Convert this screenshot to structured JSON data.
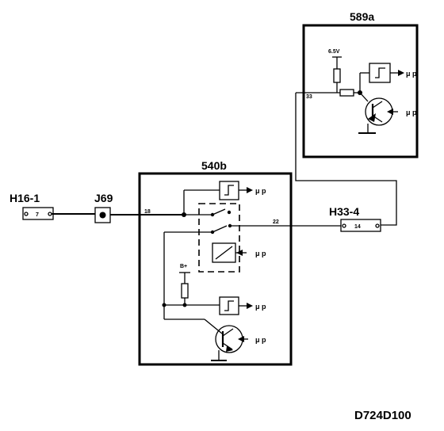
{
  "modules": {
    "m589a": "589a",
    "m540b": "540b"
  },
  "connectors": {
    "h16": {
      "name": "H16-1",
      "pin": "7"
    },
    "j69": {
      "name": "J69"
    },
    "h33": {
      "name": "H33-4",
      "pin": "14"
    }
  },
  "pins": {
    "p18": "18",
    "p22": "22",
    "p33": "33"
  },
  "supplies": {
    "v65": "6.5V",
    "bplus": "B+"
  },
  "mu_label": "μ p",
  "diagram_id": "D724D100"
}
